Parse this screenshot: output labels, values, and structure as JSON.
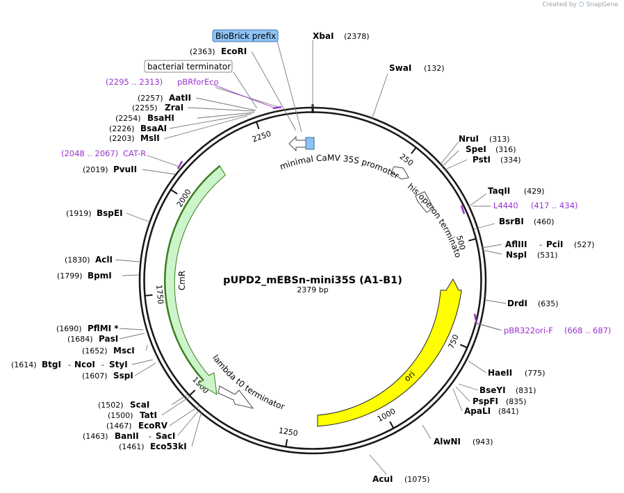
{
  "watermark": {
    "prefix": "Created by",
    "brand": "SnapGene"
  },
  "plasmid": {
    "name": "pUPD2_mEBSn-mini35S (A1-B1)",
    "size_text": "2379 bp",
    "length": 2379
  },
  "ticks": [
    {
      "pos": 250,
      "label": "250"
    },
    {
      "pos": 500,
      "label": "500"
    },
    {
      "pos": 750,
      "label": "750"
    },
    {
      "pos": 1000,
      "label": "1000"
    },
    {
      "pos": 1250,
      "label": "1250"
    },
    {
      "pos": 1500,
      "label": "1500"
    },
    {
      "pos": 1750,
      "label": "1750"
    },
    {
      "pos": 2000,
      "label": "2000"
    },
    {
      "pos": 2250,
      "label": "2250"
    }
  ],
  "sites_right": [
    {
      "name": "XbaI",
      "pos": "(2378)"
    },
    {
      "name": "SwaI",
      "pos": "(132)"
    },
    {
      "name": "NruI",
      "pos": "(313)"
    },
    {
      "name": "SpeI",
      "pos": "(316)"
    },
    {
      "name": "PstI",
      "pos": "(334)"
    },
    {
      "name": "TaqII",
      "pos": "(429)"
    },
    {
      "name": "BsrBI",
      "pos": "(460)"
    },
    {
      "name": "AflIII",
      "name2": "PciI",
      "pos": "(527)"
    },
    {
      "name": "NspI",
      "pos": "(531)"
    },
    {
      "name": "DrdI",
      "pos": "(635)"
    },
    {
      "name": "HaeII",
      "pos": "(775)"
    },
    {
      "name": "BseYI",
      "pos": "(831)"
    },
    {
      "name": "PspFI",
      "pos": "(835)"
    },
    {
      "name": "ApaLI",
      "pos": "(841)"
    },
    {
      "name": "AlwNI",
      "pos": "(943)"
    },
    {
      "name": "AcuI",
      "pos": "(1075)"
    }
  ],
  "sites_left": [
    {
      "name": "EcoRI",
      "pos": "(2363)"
    },
    {
      "name": "AatII",
      "pos": "(2257)"
    },
    {
      "name": "ZraI",
      "pos": "(2255)"
    },
    {
      "name": "BsaHI",
      "pos": "(2254)"
    },
    {
      "name": "BsaAI",
      "pos": "(2226)"
    },
    {
      "name": "MslI",
      "pos": "(2203)"
    },
    {
      "name": "PvuII",
      "pos": "(2019)"
    },
    {
      "name": "BspEI",
      "pos": "(1919)"
    },
    {
      "name": "AclI",
      "pos": "(1830)"
    },
    {
      "name": "BpmI",
      "pos": "(1799)"
    },
    {
      "name": "PflMI *",
      "pos": "(1690)"
    },
    {
      "name": "PasI",
      "pos": "(1684)"
    },
    {
      "name": "MscI",
      "pos": "(1652)"
    },
    {
      "name": "BtgI",
      "name2": "NcoI",
      "name3": "StyI",
      "pos": "(1614)"
    },
    {
      "name": "SspI",
      "pos": "(1607)"
    },
    {
      "name": "ScaI",
      "pos": "(1502)"
    },
    {
      "name": "TatI",
      "pos": "(1500)"
    },
    {
      "name": "EcoRV",
      "pos": "(1467)"
    },
    {
      "name": "BanII",
      "name2": "SacI",
      "pos": "(1463)"
    },
    {
      "name": "Eco53kI",
      "pos": "(1461)"
    }
  ],
  "primers": [
    {
      "name": "pBRforEco",
      "range": "(2295 .. 2313)"
    },
    {
      "name": "CAT-R",
      "range": "(2048 .. 2067)"
    },
    {
      "name": "L4440",
      "range": "(417 .. 434)"
    },
    {
      "name": "pBR322ori-F",
      "range": "(668 .. 687)"
    }
  ],
  "boxed_labels": {
    "biobrick": "BioBrick prefix",
    "terminator": "bacterial terminator"
  },
  "features": {
    "cmr": "CmR",
    "ori": "ori",
    "promoter": "minimal CaMV 35S promoter",
    "his": "his operon terminator",
    "lambda": "lambda t0 terminator"
  },
  "colors": {
    "backbone": "#1a1a1a",
    "cmr_fill": "#ccf5cc",
    "cmr_stroke": "#3a7d1a",
    "ori_fill": "#ffff00",
    "primer": "#9932cc",
    "biobrick_fill": "#8ec2f5",
    "leader": "#777777"
  }
}
